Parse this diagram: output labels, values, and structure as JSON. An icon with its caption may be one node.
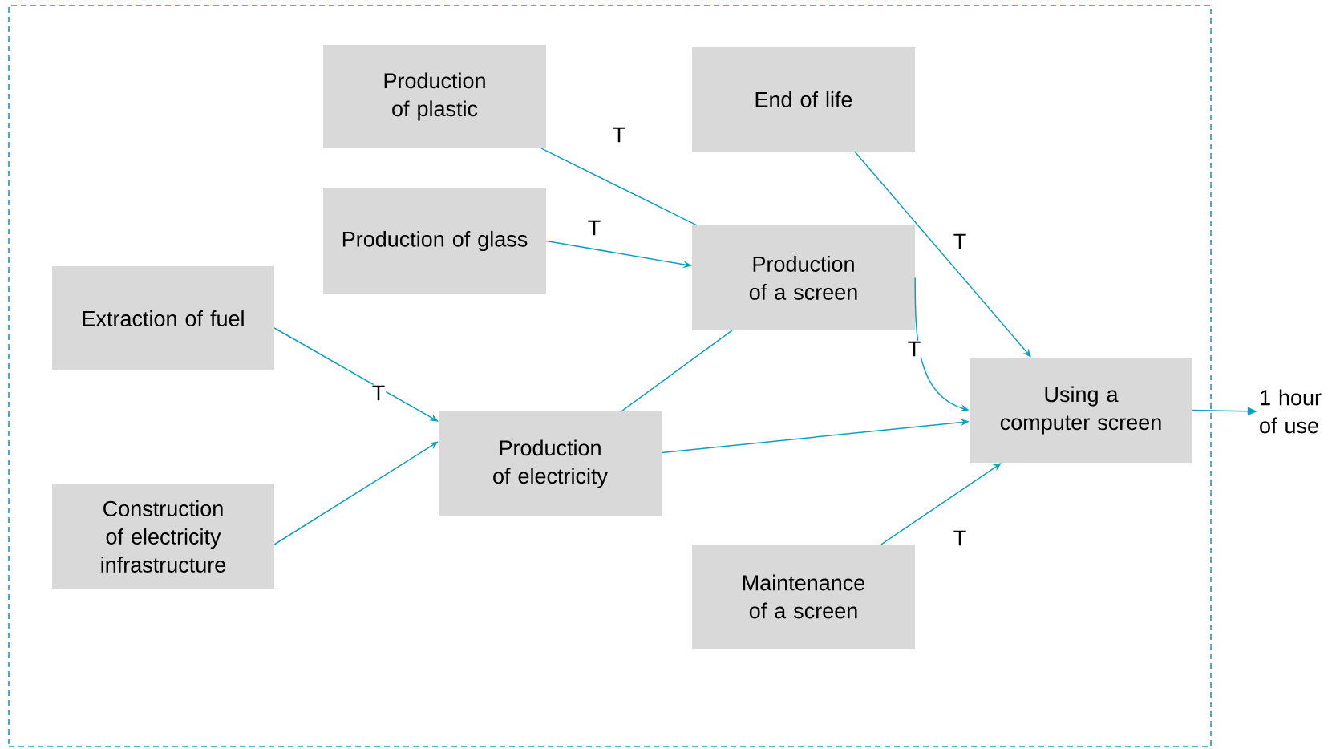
{
  "diagram": {
    "nodes": [
      {
        "text": [],
        "shape": "box"
      },
      {
        "text": [
          "Production of plastic"
        ],
        "in": 0
      },
      {
        "text": [
          "Production of glass"
        ],
        "in": 0
      },
      {
        "text": [
          "End of life"
        ],
        "in": 0
      },
      {
        "text": [
          "Production of a screen"
        ],
        "in": 0
      },
      {
        "text": [
          "Extraction of fuel"
        ],
        "in": 0
      },
      {
        "text": [
          "Construction of electricity infrastructure"
        ],
        "in": 0
      },
      {
        "text": [
          "Production of electricity"
        ],
        "in": 0
      },
      {
        "text": [
          "Using a computer screen"
        ],
        "in": 0
      },
      {
        "text": [
          "Maintenance of a screen"
        ],
        "in": 0
      },
      {
        "text": [
          "1 hour of use"
        ]
      }
    ],
    "edges": [
      {
        "from": 1,
        "to": 4,
        "arrow": "none",
        "label": "T"
      },
      {
        "from": 2,
        "to": 4,
        "arrow": "to",
        "label": "T"
      },
      {
        "from": 3,
        "to": 8,
        "arrow": "to",
        "label": "T"
      },
      {
        "from": 5,
        "to": 7,
        "arrow": "to",
        "label": "T"
      },
      {
        "from": 6,
        "to": 7,
        "arrow": "to"
      },
      {
        "from": 7,
        "to": 4,
        "arrow": "none"
      },
      {
        "from": 7,
        "to": 8,
        "arrow": "to"
      },
      {
        "from": 4,
        "to": 8,
        "arrow": "to",
        "label": "T"
      },
      {
        "from": 9,
        "to": 8,
        "arrow": "to",
        "label": "T"
      },
      {
        "from": 8,
        "to": 10,
        "arrow": "to"
      }
    ]
  }
}
